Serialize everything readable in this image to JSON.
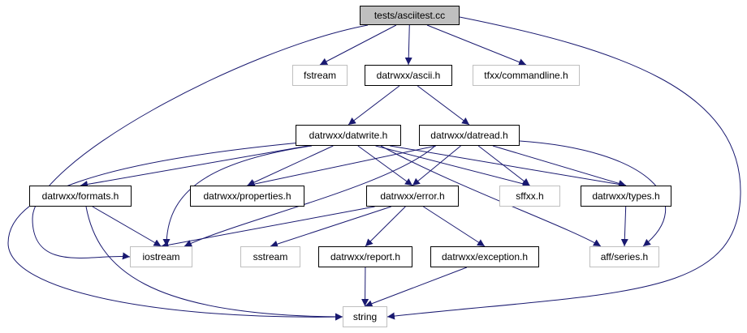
{
  "graph": {
    "edge_color": "#191970",
    "nodes": {
      "asciitest": {
        "label": "tests/asciitest.cc",
        "kind": "main"
      },
      "fstream": {
        "label": "fstream",
        "kind": "external"
      },
      "ascii": {
        "label": "datrwxx/ascii.h",
        "kind": "documented"
      },
      "commandline": {
        "label": "tfxx/commandline.h",
        "kind": "external"
      },
      "datwrite": {
        "label": "datrwxx/datwrite.h",
        "kind": "documented"
      },
      "datread": {
        "label": "datrwxx/datread.h",
        "kind": "documented"
      },
      "formats": {
        "label": "datrwxx/formats.h",
        "kind": "documented"
      },
      "properties": {
        "label": "datrwxx/properties.h",
        "kind": "documented"
      },
      "error": {
        "label": "datrwxx/error.h",
        "kind": "documented"
      },
      "sffxx": {
        "label": "sffxx.h",
        "kind": "external"
      },
      "types": {
        "label": "datrwxx/types.h",
        "kind": "documented"
      },
      "iostream": {
        "label": "iostream",
        "kind": "external"
      },
      "sstream": {
        "label": "sstream",
        "kind": "external"
      },
      "report": {
        "label": "datrwxx/report.h",
        "kind": "documented"
      },
      "exception": {
        "label": "datrwxx/exception.h",
        "kind": "documented"
      },
      "series": {
        "label": "aff/series.h",
        "kind": "external"
      },
      "string": {
        "label": "string",
        "kind": "external"
      }
    },
    "edges": [
      [
        "asciitest",
        "fstream"
      ],
      [
        "asciitest",
        "ascii"
      ],
      [
        "asciitest",
        "commandline"
      ],
      [
        "asciitest",
        "iostream"
      ],
      [
        "asciitest",
        "string"
      ],
      [
        "ascii",
        "datwrite"
      ],
      [
        "ascii",
        "datread"
      ],
      [
        "datwrite",
        "formats"
      ],
      [
        "datwrite",
        "properties"
      ],
      [
        "datwrite",
        "error"
      ],
      [
        "datwrite",
        "sffxx"
      ],
      [
        "datwrite",
        "types"
      ],
      [
        "datwrite",
        "iostream"
      ],
      [
        "datwrite",
        "series"
      ],
      [
        "datwrite",
        "string"
      ],
      [
        "datread",
        "properties"
      ],
      [
        "datread",
        "error"
      ],
      [
        "datread",
        "sffxx"
      ],
      [
        "datread",
        "types"
      ],
      [
        "datread",
        "iostream"
      ],
      [
        "datread",
        "series"
      ],
      [
        "formats",
        "iostream"
      ],
      [
        "formats",
        "string"
      ],
      [
        "error",
        "iostream"
      ],
      [
        "error",
        "sstream"
      ],
      [
        "error",
        "report"
      ],
      [
        "error",
        "exception"
      ],
      [
        "types",
        "series"
      ],
      [
        "report",
        "string"
      ],
      [
        "exception",
        "string"
      ]
    ]
  }
}
